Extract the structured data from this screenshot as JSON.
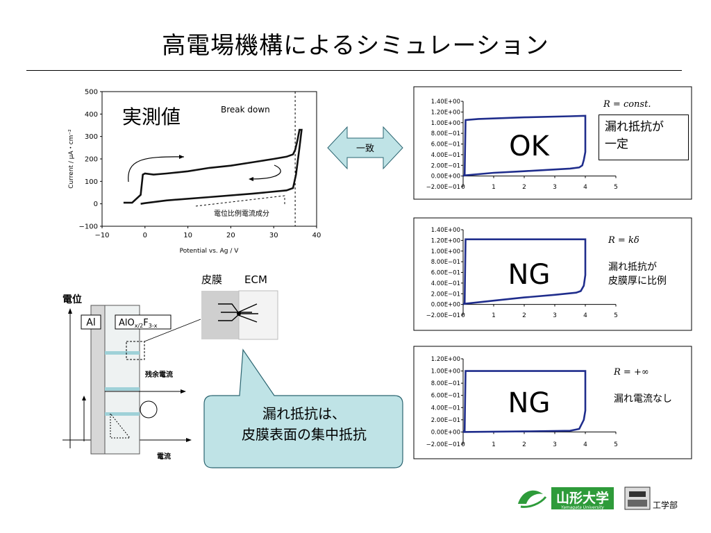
{
  "title": "高電場機構によるシミュレーション",
  "arrow_label": "一致",
  "measured": {
    "label": "実測値",
    "breakdown_label": "Break down",
    "proportional_label": "電位比例電流成分"
  },
  "diagram": {
    "potential_label": "電位",
    "current_label": "電流",
    "al_label": "Al",
    "oxide_label": "AlO",
    "oxide_sub1": "x/2",
    "oxide_f": "F",
    "oxide_sub2": "3-x",
    "film_label": "皮膜",
    "ecm_label": "ECM",
    "residual_label": "残余電流"
  },
  "callout": {
    "line1": "漏れ抵抗は、",
    "line2": "皮膜表面の集中抵抗"
  },
  "panels": [
    {
      "verdict": "OK",
      "formula": "R = const.",
      "note_lines": [
        "漏れ抵抗が",
        "一定"
      ]
    },
    {
      "verdict": "NG",
      "formula": "R = kδ",
      "note_lines": [
        "漏れ抵抗が",
        "皮膜厚に比例"
      ]
    },
    {
      "verdict": "NG",
      "formula": "R = +∞",
      "note_lines": [
        "漏れ電流なし"
      ]
    }
  ],
  "footer": {
    "university": "山形大学",
    "university_en": "Yamagata University",
    "faculty": "工学部"
  },
  "colors": {
    "sim_line": "#1f2d8c",
    "arrow_fill": "#bfe3e6",
    "callout_fill": "#bfe3e6",
    "brand_green": "#2e9b3a"
  },
  "chart_data": [
    {
      "type": "line",
      "title": "",
      "xlabel": "Potential vs. Ag / V",
      "ylabel": "Current / μA・cm⁻²",
      "xlim": [
        -10,
        40
      ],
      "ylim": [
        -100,
        500
      ],
      "x_ticks": [
        "−10",
        "0",
        "10",
        "20",
        "30",
        "40"
      ],
      "y_ticks": [
        "−100",
        "0",
        "100",
        "200",
        "300",
        "400",
        "500"
      ],
      "breakdown_x": 35,
      "series": [
        {
          "points": [
            [
              -5,
              5
            ],
            [
              -3,
              5
            ],
            [
              -1,
              40
            ],
            [
              -0.5,
              130
            ],
            [
              0,
              135
            ],
            [
              2,
              130
            ],
            [
              5,
              135
            ],
            [
              10,
              145
            ],
            [
              15,
              160
            ],
            [
              20,
              170
            ],
            [
              25,
              185
            ],
            [
              30,
              200
            ],
            [
              33,
              210
            ],
            [
              34.5,
              220
            ],
            [
              35,
              240
            ],
            [
              35.5,
              280
            ],
            [
              36,
              330
            ],
            [
              36.5,
              330
            ],
            [
              36,
              250
            ],
            [
              35.2,
              130
            ],
            [
              34.5,
              70
            ],
            [
              33,
              60
            ],
            [
              25,
              45
            ],
            [
              15,
              30
            ],
            [
              5,
              15
            ],
            [
              0,
              3
            ],
            [
              -1,
              0
            ]
          ]
        }
      ]
    },
    {
      "type": "line",
      "xlim": [
        0,
        5
      ],
      "ylim": [
        -0.2,
        1.4
      ],
      "x_ticks": [
        "0",
        "1",
        "2",
        "3",
        "4",
        "5"
      ],
      "y_ticks": [
        "−2.00E−01",
        "0.00E+00",
        "2.00E−01",
        "4.00E−01",
        "6.00E−01",
        "8.00E−01",
        "1.00E+00",
        "1.20E+00",
        "1.40E+00"
      ],
      "series": [
        {
          "points": [
            [
              0,
              0
            ],
            [
              0.05,
              0.02
            ],
            [
              0.08,
              1.05
            ],
            [
              0.5,
              1.07
            ],
            [
              2,
              1.1
            ],
            [
              3.5,
              1.12
            ],
            [
              4,
              1.13
            ],
            [
              4,
              0.45
            ],
            [
              3.95,
              0.3
            ],
            [
              3.9,
              0.2
            ],
            [
              3.8,
              0.16
            ],
            [
              3.5,
              0.14
            ],
            [
              2,
              0.09
            ],
            [
              1,
              0.06
            ],
            [
              0,
              0.01
            ]
          ]
        }
      ]
    },
    {
      "type": "line",
      "xlim": [
        0,
        5
      ],
      "ylim": [
        -0.2,
        1.4
      ],
      "x_ticks": [
        "0",
        "1",
        "2",
        "3",
        "4",
        "5"
      ],
      "y_ticks": [
        "−2.00E−01",
        "0.00E+00",
        "2.00E−01",
        "4.00E−01",
        "6.00E−01",
        "8.00E−01",
        "1.00E+00",
        "1.20E+00",
        "1.40E+00"
      ],
      "series": [
        {
          "points": [
            [
              0,
              0
            ],
            [
              0.05,
              0.02
            ],
            [
              0.08,
              1.22
            ],
            [
              2,
              1.22
            ],
            [
              4,
              1.22
            ],
            [
              4,
              0.55
            ],
            [
              3.95,
              0.35
            ],
            [
              3.85,
              0.25
            ],
            [
              3.7,
              0.22
            ],
            [
              3,
              0.18
            ],
            [
              2,
              0.13
            ],
            [
              1,
              0.07
            ],
            [
              0,
              0.01
            ]
          ]
        }
      ]
    },
    {
      "type": "line",
      "xlim": [
        0,
        5
      ],
      "ylim": [
        -0.2,
        1.2
      ],
      "x_ticks": [
        "0",
        "1",
        "2",
        "3",
        "4",
        "5"
      ],
      "y_ticks": [
        "−2.00E−01",
        "0.00E+00",
        "2.00E−01",
        "4.00E−01",
        "6.00E−01",
        "8.00E−01",
        "1.00E+00",
        "1.20E+00"
      ],
      "series": [
        {
          "points": [
            [
              0,
              0
            ],
            [
              0.05,
              0.02
            ],
            [
              0.08,
              1.0
            ],
            [
              2,
              1.0
            ],
            [
              4,
              1.0
            ],
            [
              4,
              0.35
            ],
            [
              3.95,
              0.2
            ],
            [
              3.8,
              0.05
            ],
            [
              3.5,
              0.02
            ],
            [
              2,
              0.01
            ],
            [
              0,
              0.0
            ]
          ]
        }
      ]
    }
  ]
}
